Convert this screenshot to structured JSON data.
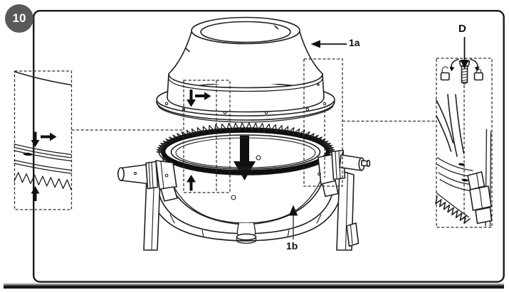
{
  "figure": {
    "step_badge": "10",
    "callouts": {
      "part_top_label": "1a",
      "part_bottom_label": "1b",
      "detail_label": "D"
    },
    "colors": {
      "background": "#ffffff",
      "line_art": "#1f1f20",
      "badge_background": "#58595b",
      "badge_text": "#ffffff",
      "label_text": "#0d0d0e",
      "dashed_outline": "#2e2e2e",
      "page_edge_bar": "#19191b"
    },
    "icons": {
      "step_badge": "step-number-badge",
      "insert_arrow": "arrow-down-icon",
      "align_arrows": [
        "arrow-down-icon",
        "arrow-right-icon",
        "arrow-up-icon"
      ],
      "callout_1a": "arrow-left-icon",
      "callout_1b": "arrow-up-icon",
      "callout_d": "arrow-down-icon",
      "screw": "screw-icon",
      "rotation": "rotate-arrows-icon",
      "padlock_open": "padlock-open-icon",
      "padlock_closed": "padlock-closed-icon"
    }
  }
}
